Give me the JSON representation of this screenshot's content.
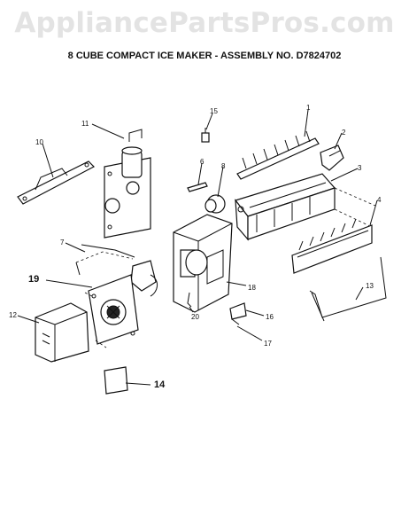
{
  "watermark": "AppliancePartsPros.com",
  "title": "8 CUBE COMPACT ICE MAKER - ASSEMBLY NO. D7824702",
  "callouts": {
    "c1": "1",
    "c2": "2",
    "c3": "3",
    "c4": "4",
    "c6": "6",
    "c7": "7",
    "c8": "8",
    "c10": "10",
    "c11": "11",
    "c12": "12",
    "c13": "13",
    "c14": "14",
    "c15": "15",
    "c16": "16",
    "c17": "17",
    "c18": "18",
    "c19": "19",
    "c20": "20"
  }
}
